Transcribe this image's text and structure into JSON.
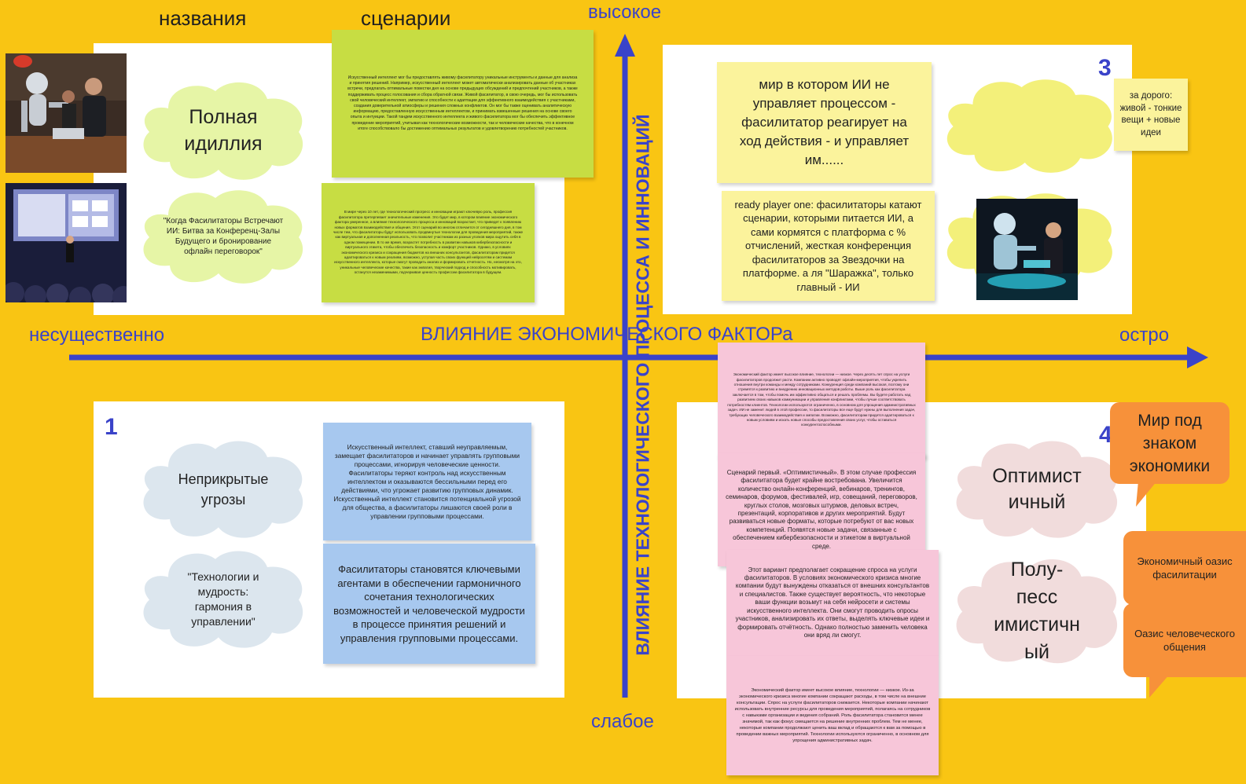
{
  "colors": {
    "board": "#f9c513",
    "axis": "#3a43c9",
    "green_cloud": "#e6f5a6",
    "blue_cloud": "#dce6ee",
    "pink_cloud": "#f1dcdc",
    "yellow_cloud": "#f3f07a",
    "green_note": "#c7dd43",
    "blue_note": "#a7c8ef",
    "pink_note": "#f7c6d9",
    "yellow_note": "#fbf39c",
    "orange_bubble": "#f7913a"
  },
  "headers": {
    "names": "названия",
    "scenarios": "сценарии"
  },
  "axes": {
    "top": "высокое",
    "bottom": "слабое",
    "left": "несущественно",
    "right": "остро",
    "horizontal_title": "ВЛИЯНИЕ ЭКОНОМИЧЕСКОГО ФАКТОРа",
    "vertical_title": "ВЛИЯНИЕ ТЕХНОЛОГИЧЕСКОГО ПРОЦЕССА И ИННОВАЦИЙ"
  },
  "quadrant_numbers": {
    "q1": "1",
    "q3": "3",
    "q4": "4"
  },
  "top_left": {
    "cloud1": "Полная идиллия",
    "cloud2": "\"Когда Фасилитаторы Встречают ИИ: Битва за Конференц-Залы Будущего и бронирование офлайн переговорок\"",
    "note1": "Искусственный интеллект мог бы предоставлять живому фасилитатору уникальные инструменты и данные для анализа и принятия решений. Например, искусственный интеллект может автоматически анализировать данные об участниках встречи, предлагать оптимальные повестки дня на основе предыдущих обсуждений и предпочтений участников, а также поддерживать процесс голосования и сбора обратной связи. Живой фасилитатор, в свою очередь, мог бы использовать свой человеческий интеллект, эмпатию и способности к адаптации для эффективного взаимодействия с участниками, создания доверительной атмосферы и решения сложных конфликтов. Он мог бы также оценивать аналитическую информацию, предоставленную искусственным интеллектом, и принимать взвешенные решения на основе своего опыта и интуиции. Такой тандем искусственного интеллекта и живого фасилитатора мог бы обеспечить эффективное проведение мероприятий, учитывая как технологические возможности, так и человеческие качества, что в конечном итоге способствовало бы достижению оптимальных результатов и удовлетворению потребностей участников.",
    "note2": "В мире через 10 лет, где технологический прогресс и инновации играют ключевую роль, профессия фасилитатора претерпевает значительные изменения. Это будет мир, в котором влияние экономического фактора умеренное, а влияние технологического процесса и инноваций возрастает, что приведет к появлению новых форматов взаимодействия и общения. Этот сценарий во многом отличается от сегодняшнего дня, в том числе тем, что фасилитаторы будут использовать продвинутые технологии для проведения мероприятий, также как виртуальная и дополненная реальность, что позволит участникам из разных уголков мира ощутить себя в одном помещении. В то же время, возрастет потребность в развитии навыков кибербезопасности и виртуального этикета, чтобы обеспечить безопасность и комфорт участников. Однако, в условиях экономического кризиса и сокращения бюджетов на внешних консультантов, фасилитаторам придется адаптироваться к новым реалиям, возможно, уступая часть своих функций нейросетям и системам искусственного интеллекта, которые смогут проводить анализ и формировать отчетность. Но, несмотря на это, уникальные человеческие качества, такие как эмпатия, творческий подход и способность мотивировать, останутся незаменимыми, подчеркивая ценность профессии фасилитатора в будущем."
  },
  "top_right": {
    "note1": "мир в котором ИИ не управляет процессом - фасилитатор реагирует на ход действия - и управляет им......",
    "note2": "ready player one: фасилитаторы катают сценарии, которыми питается ИИ, а сами кормятся с платформа с % отчислений, жесткая конференция фасилитаторов за Звездочки на платформе. а ля \"Шаражка\", только главный - ИИ",
    "side_note": "за дорого: живой - тонкие вещи + новые идеи"
  },
  "bottom_left": {
    "cloud1": "Неприкрытые угрозы",
    "cloud2": "\"Технологии и мудрость: гармония в управлении\"",
    "note1": "Искусственный интеллект, ставший неуправляемым, замещает фасилитаторов и начинает управлять групповыми процессами, игнорируя человеческие ценности. Фасилитаторы теряют контроль над искусственным интеллектом и оказываются бессильными перед его действиями, что угрожает развитию групповых динамик. Искусственный интеллект становится потенциальной угрозой для общества, а фасилитаторы лишаются своей роли в управлении групповыми процессами.",
    "note2": "Фасилитаторы становятся ключевыми агентами в обеспечении гармоничного сочетания технологических возможностей и человеческой мудрости в процессе принятия решений и управления групповыми процессами."
  },
  "bottom_right": {
    "cloud1": "Оптимистичный",
    "cloud1_display": "Оптимист ичный",
    "cloud2": "Полу-пессимистичный",
    "cloud2_display": "Полу-песс имистичн ый",
    "note1": "Экономический фактор имеет высокое влияние, технологии — низкое. Через десять лет спрос на услуги фасилитаторов продолжит расти. Компании активно проводят офлайн-мероприятия, чтобы укрепить отношения внутри команды и между сотрудниками. Конкуренция среди компаний высокая, поэтому они стремятся к развитию и внедрению инновационных методов работы. Выше роль как фасилитатора заключается в том, чтобы помочь им эффективно общаться и решать проблемы. Вы будете работать над развитием своих навыков коммуникации и управления конфликтами, чтобы лучше соответствовать потребностям клиентов. Технологии используются ограниченно, в основном для упрощения административных задач. ИИ не заменит людей в этой профессии, то фасилитаторы все еще будут нужны для выполнения задач, требующих человеческого взаимодействия и эмпатии. Возможно, фасилитаторам придется адаптироваться к новым условиям и искать новые способы предоставления своих услуг, чтобы оставаться конкурентоспособными.",
    "note2": "Сценарий первый. «Оптимистичный». В этом случае профессия фасилитатора будет крайне востребована. Увеличится количество онлайн-конференций, вебинаров, тренингов, семинаров, форумов, фестивалей, игр, совещаний, переговоров, круглых столов, мозговых штурмов, деловых встреч, презентаций, корпоративов и других мероприятий. Будут развиваться новые форматы, которые потребуют от вас новых компетенций. Появятся новые задачи, связанные с обеспечением кибербезопасности и этикетом в виртуальной среде.",
    "note3": "Этот вариант предполагает сокращение спроса на услуги фасилитаторов. В условиях экономического кризиса многие компании будут вынуждены отказаться от внешних консультантов и специалистов. Также существует вероятность, что некоторые ваши функции возьмут на себя нейросети и системы искусственного интеллекта. Они смогут проводить опросы участников, анализировать их ответы, выделять ключевые идеи и формировать отчётность. Однако полностью заменить человека они вряд ли смогут.",
    "note4": "Экономический фактор имеет высокое влияние, технологии — низкое. Из-за экономического кризиса многие компании сокращают расходы, в том числе на внешние консультации. Спрос на услуги фасилитаторов снижается. Некоторые компании начинают использовать внутренние ресурсы для проведения мероприятий, полагаясь на сотрудников с навыками организации и ведения собраний. Роль фасилитатора становится менее значимой, так как фокус смещается на решение внутренних проблем. Тем не менее, некоторые компании продолжают ценить ваш вклад и обращаются к вам за помощью в проведении важных мероприятий. Технологии используются ограниченно, в основном для упрощения административных задач."
  },
  "bubbles": {
    "b1": "Мир под знаком экономики",
    "b2": "Экономичный оазис фасилитации",
    "b3": "Оазис человеческого общения"
  }
}
